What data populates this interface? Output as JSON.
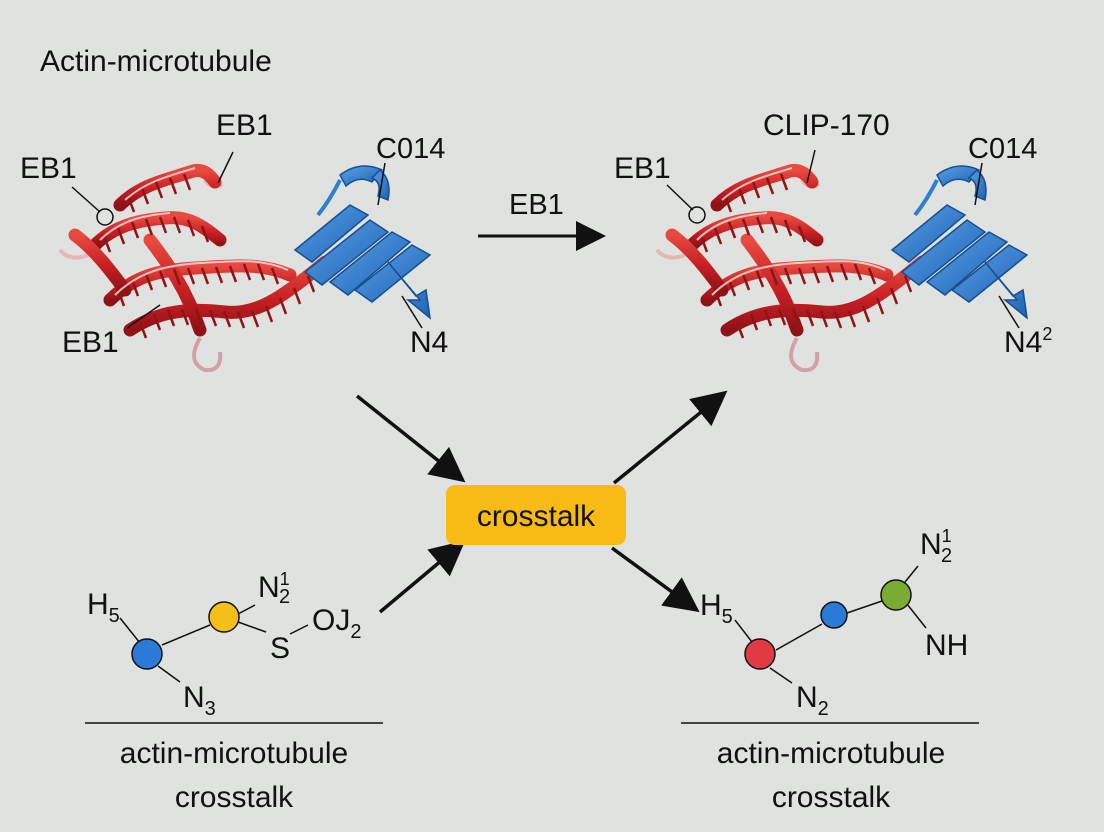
{
  "title": "Actin-microtubule",
  "left_protein": {
    "labels": [
      "EB1",
      "EB1",
      "EB1",
      "C014",
      "N4"
    ]
  },
  "right_protein": {
    "labels": [
      "CLIP-170",
      "EB1",
      "C014",
      "N4"
    ],
    "n4_superscript": "2"
  },
  "top_arrow_label": "EB1",
  "center_badge": "crosstalk",
  "left_molecule": {
    "h": "H",
    "h_sub": "5",
    "n_top": "N",
    "n_top_sup": "1",
    "n_top_sub": "2",
    "oj": "OJ",
    "oj_sub": "2",
    "s": "S",
    "n_bottom": "N",
    "n_bottom_sub": "3"
  },
  "right_molecule": {
    "h": "H",
    "h_sub": "5",
    "n_top": "N",
    "n_top_sup": "1",
    "n_top_sub": "2",
    "nh": "NH",
    "n_bottom": "N",
    "n_bottom_sub": "2"
  },
  "left_caption": [
    "actin-microtubule",
    "crosstalk"
  ],
  "right_caption": [
    "actin-microtubule",
    "crosstalk"
  ],
  "colors": {
    "background": "#dfe2df",
    "helix_red": "#d42a2a",
    "sheet_blue": "#2f7fd0",
    "badge_fill": "#f7bb14",
    "node_blue": "#2a7ad8",
    "node_yellow": "#f5bf1a",
    "node_red": "#e03a44",
    "node_green": "#7cab32"
  }
}
